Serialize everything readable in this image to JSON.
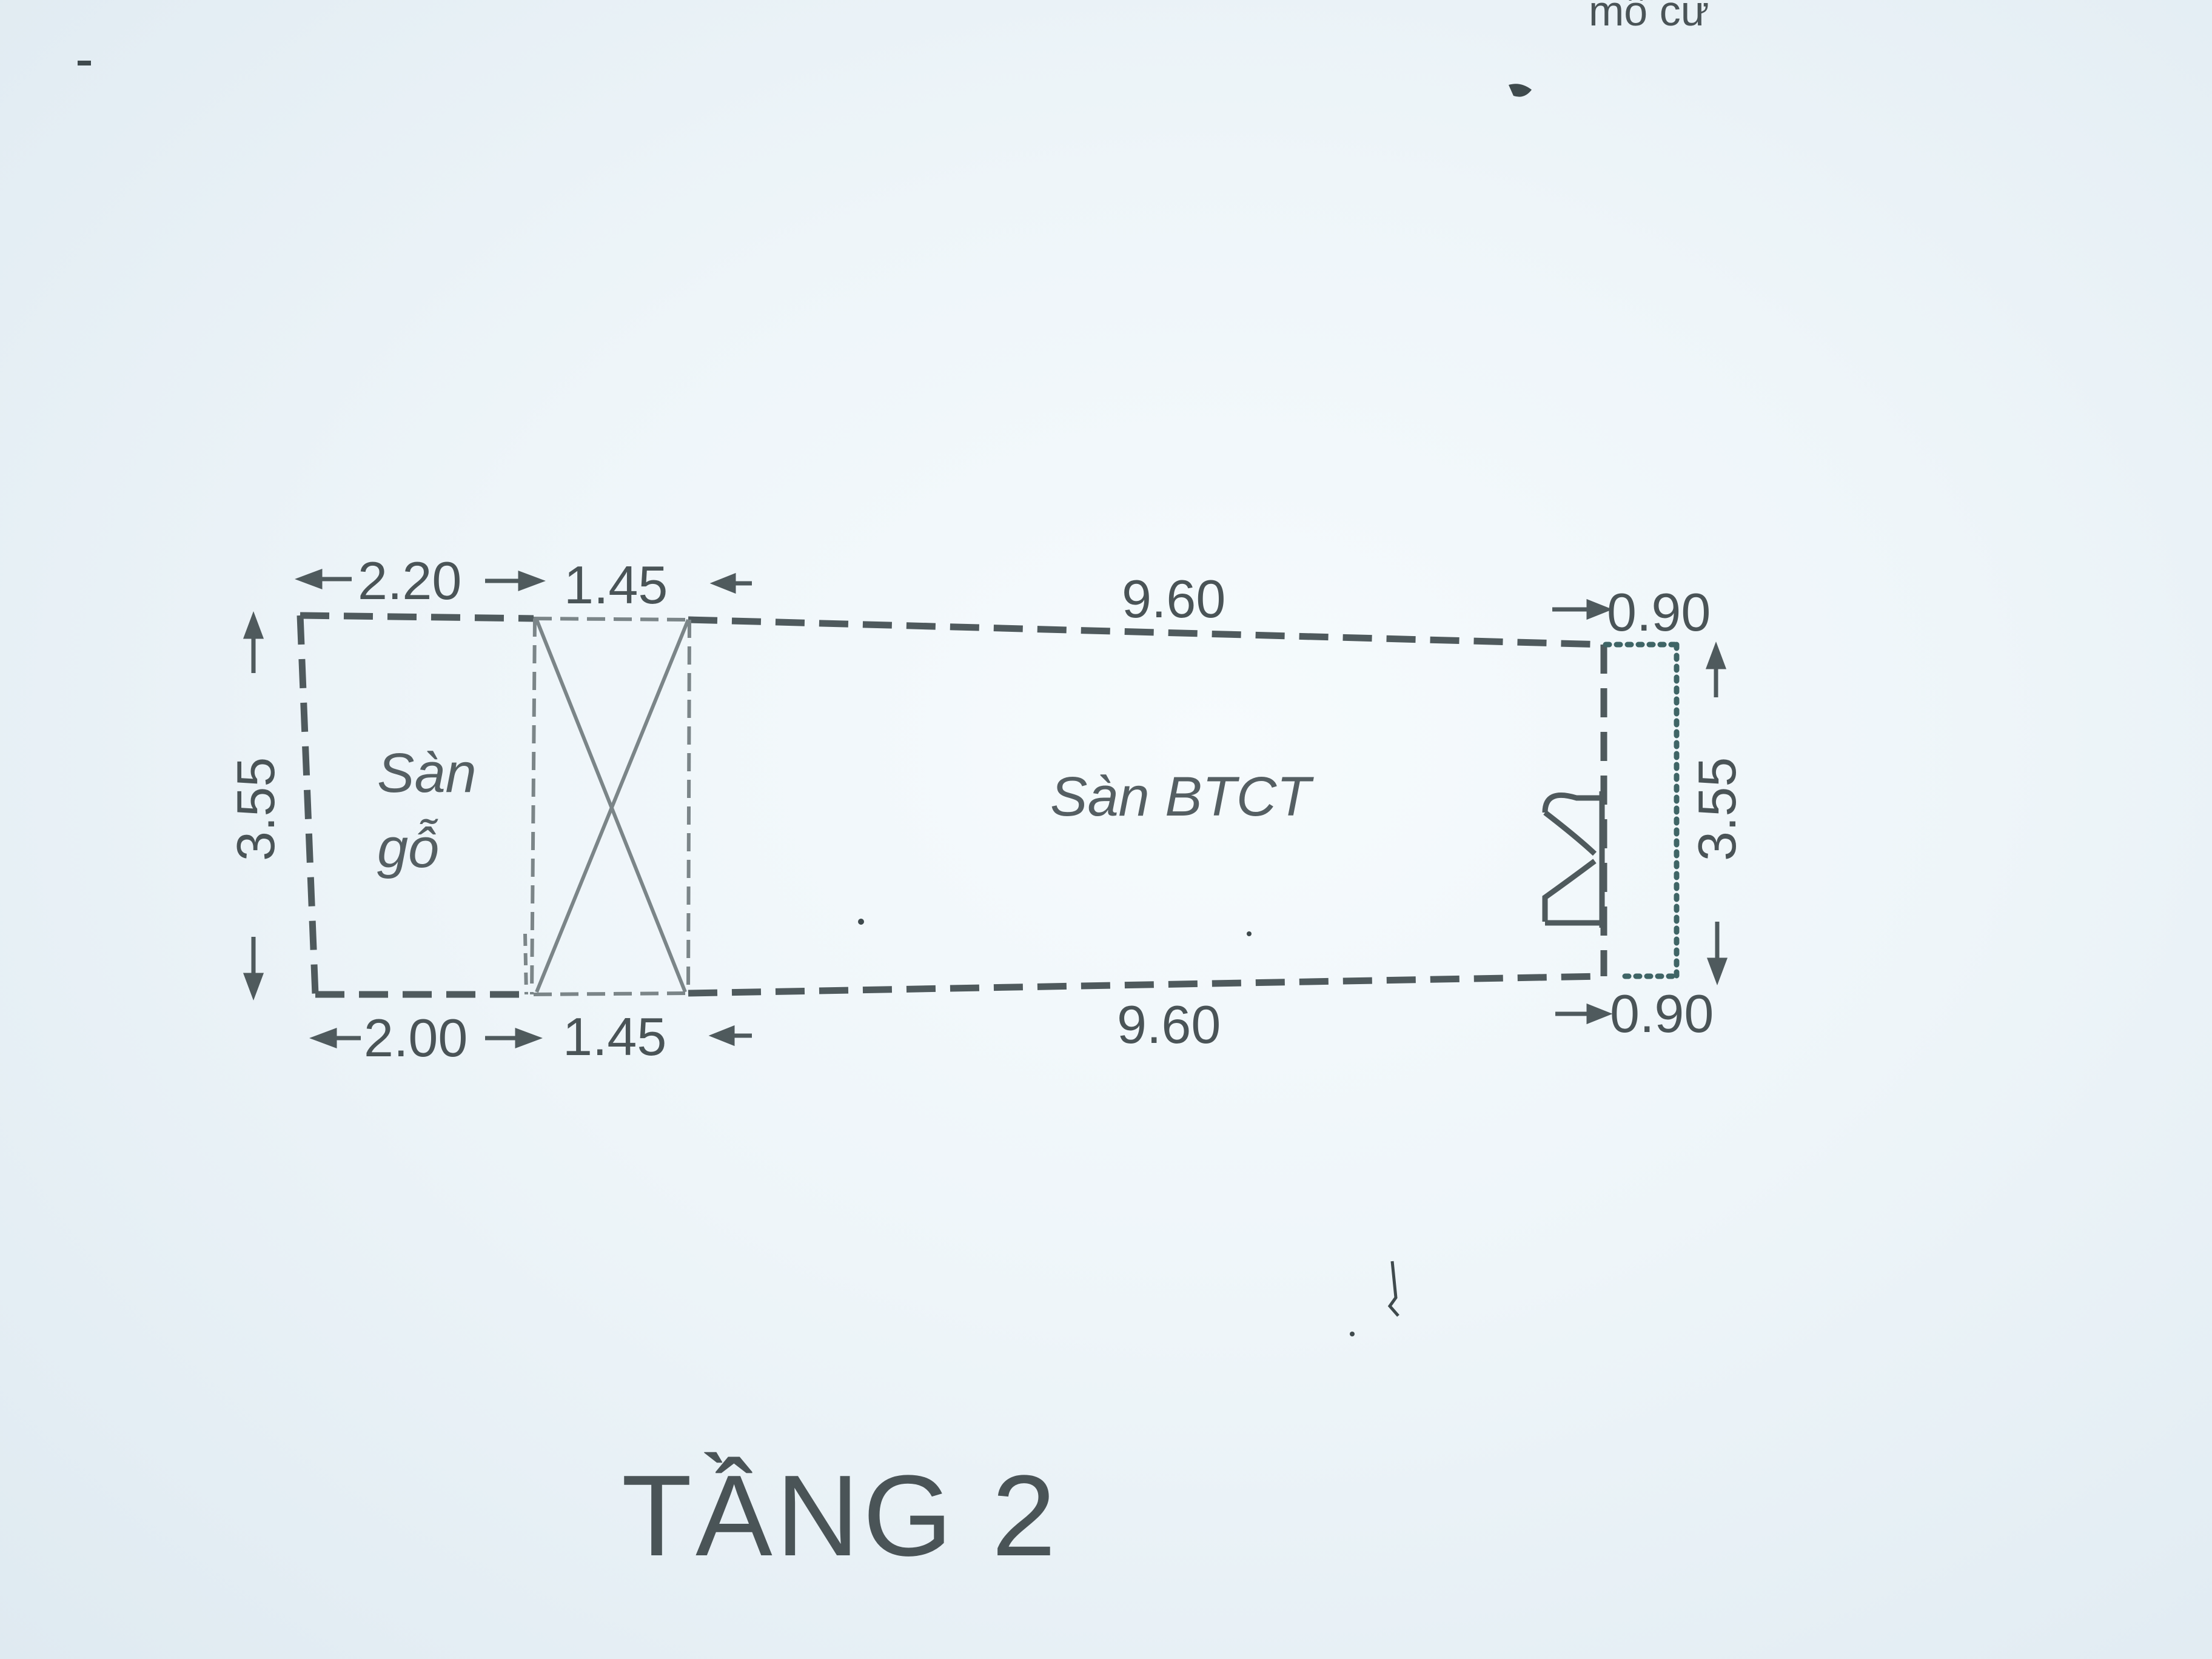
{
  "corner_note": "mô cư",
  "title": "TẦNG 2",
  "zones": {
    "wood_floor": [
      "Sàn",
      "gỗ"
    ],
    "concrete_floor": "Sàn BTCT"
  },
  "dimensions": {
    "top": [
      "2.20",
      "1.45",
      "9.60",
      "0.90"
    ],
    "bottom": [
      "2.00",
      "1.45",
      "9.60",
      "0.90"
    ],
    "left_height": "3.55",
    "right_height": "3.55"
  },
  "colors": {
    "line": "#4f5a5d",
    "text": "#4a5457",
    "paper": "#eef5f9"
  }
}
